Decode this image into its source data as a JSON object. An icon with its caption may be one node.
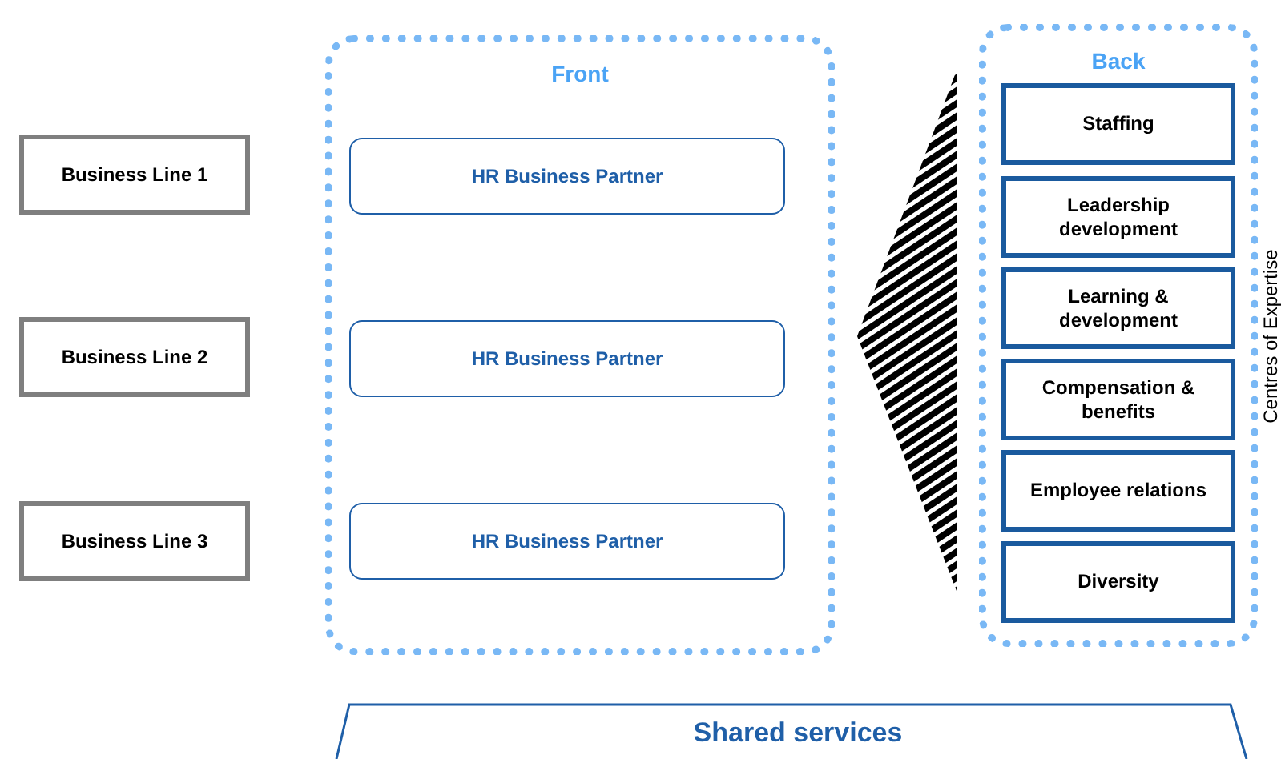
{
  "diagram": {
    "nodes": [
      {
        "text": [
          "Business Line 1"
        ]
      },
      {
        "text": [
          "Business Line 2"
        ]
      },
      {
        "text": [
          "Business Line 3"
        ]
      },
      {
        "text": [
          "Front"
        ]
      },
      {
        "text": [
          "HR Business Partner"
        ],
        "in": 3
      },
      {
        "text": [
          "HR Business Partner"
        ],
        "in": 3
      },
      {
        "text": [
          "HR Business Partner"
        ],
        "in": 3
      },
      {
        "text": [
          "Back"
        ],
        "beside": [
          "Centres of Expertise"
        ]
      },
      {
        "text": [
          "Staffing"
        ],
        "in": 7
      },
      {
        "text": [
          "Leadership development"
        ],
        "in": 7
      },
      {
        "text": [
          "Learning & development"
        ],
        "in": 7
      },
      {
        "text": [
          "Compensation & benefits"
        ],
        "in": 7
      },
      {
        "text": [
          "Employee relations"
        ],
        "in": 7
      },
      {
        "text": [
          "Diversity"
        ],
        "in": 7
      },
      {
        "text": [
          "Shared services"
        ]
      }
    ],
    "edges": []
  }
}
